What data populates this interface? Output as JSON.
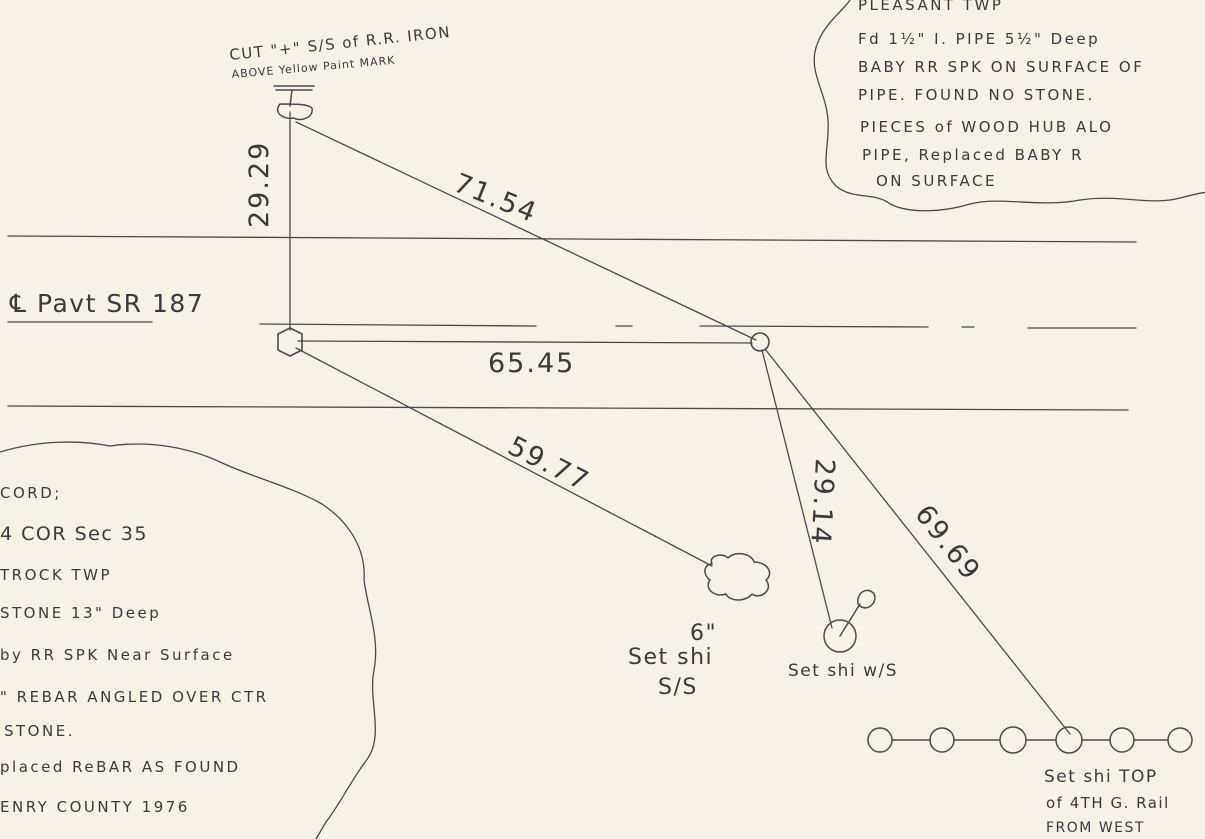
{
  "top_label": {
    "line1": "CUT \"+\" S/S of R.R. IRON",
    "line2": "ABOVE Yellow Paint MARK"
  },
  "road_label": "℄ Pavt SR 187",
  "dimensions": {
    "vertical_top": "29.29",
    "diagonal_top": "71.54",
    "horizontal": "65.45",
    "diagonal_bottom_left": "59.77",
    "diagonal_center": "29.14",
    "diagonal_bottom_right": "69.69"
  },
  "markers": {
    "tree_size": "6\"",
    "tree_label_1": "Set shi",
    "tree_label_2": "S/S",
    "circle_label": "Set shi w/S",
    "rail_label_1": "Set shi TOP",
    "rail_label_2": "of 4TH G. Rail",
    "rail_label_3": "FROM WEST"
  },
  "note_top_right": [
    "PLEASANT TWP",
    "Fd 1½\" I. PIPE 5½\" Deep",
    "BABY RR SPK ON SURFACE OF",
    "PIPE.   FOUND NO STONE.",
    "PIECES of WOOD HUB ALO",
    "PIPE,  Replaced BABY R",
    "ON SURFACE"
  ],
  "note_bottom_left": [
    "CORD;",
    "4 COR  Sec 35",
    "TROCK  TWP",
    "STONE  13\"  Deep",
    "by  RR SPK  Near Surface",
    "\"  REBAR  ANGLED  OVER  CTR",
    "STONE.",
    "placed  ReBAR  AS  FOUND",
    "ENRY  COUNTY   1976"
  ]
}
